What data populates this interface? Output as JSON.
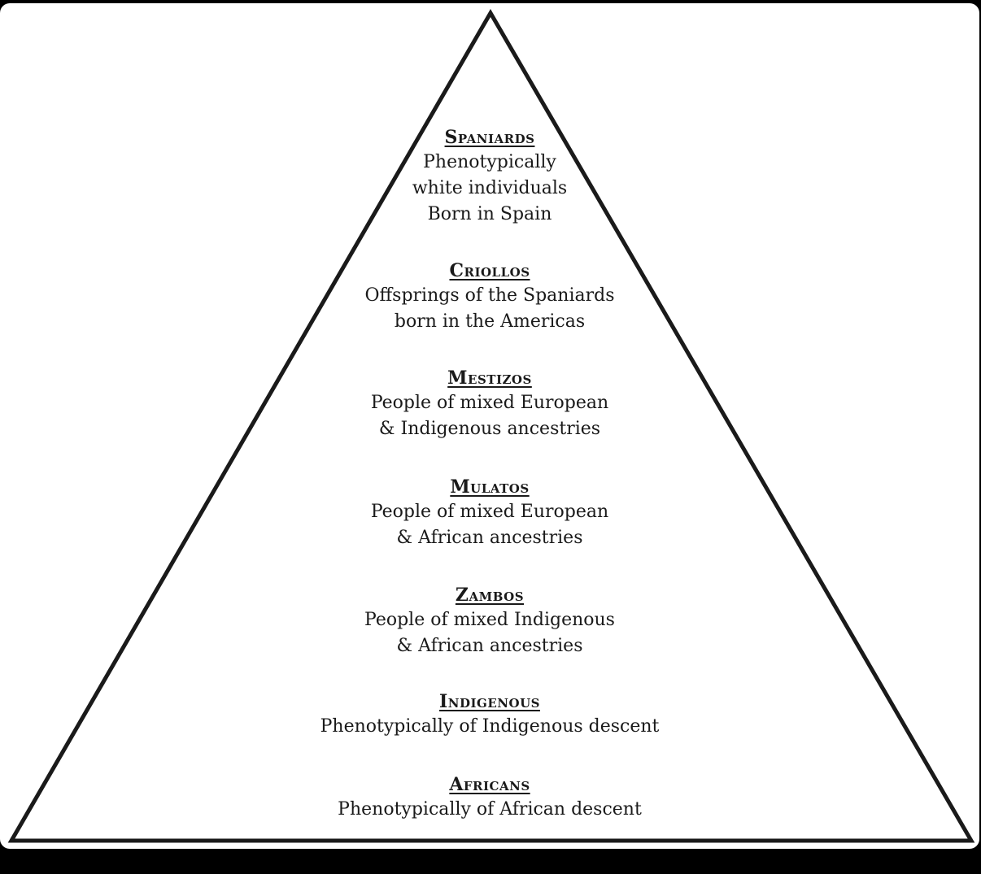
{
  "colors": {
    "frame": "#000000",
    "panel": "#ffffff",
    "stroke": "#1a1a1a",
    "text": "#1a1a1a"
  },
  "tiers": [
    {
      "title": "Spaniards",
      "description": "Phenotypically\nwhite individuals\nBorn in Spain"
    },
    {
      "title": "Criollos",
      "description": "Offsprings of the Spaniards\nborn in the Americas"
    },
    {
      "title": "Mestizos",
      "description": "People of mixed European\n& Indigenous ancestries"
    },
    {
      "title": "Mulatos",
      "description": "People of mixed European\n& African ancestries"
    },
    {
      "title": "Zambos",
      "description": "People of mixed Indigenous\n& African ancestries"
    },
    {
      "title": "Indigenous",
      "description": "Phenotypically of Indigenous descent"
    },
    {
      "title": "Africans",
      "description": "Phenotypically of African descent"
    }
  ]
}
